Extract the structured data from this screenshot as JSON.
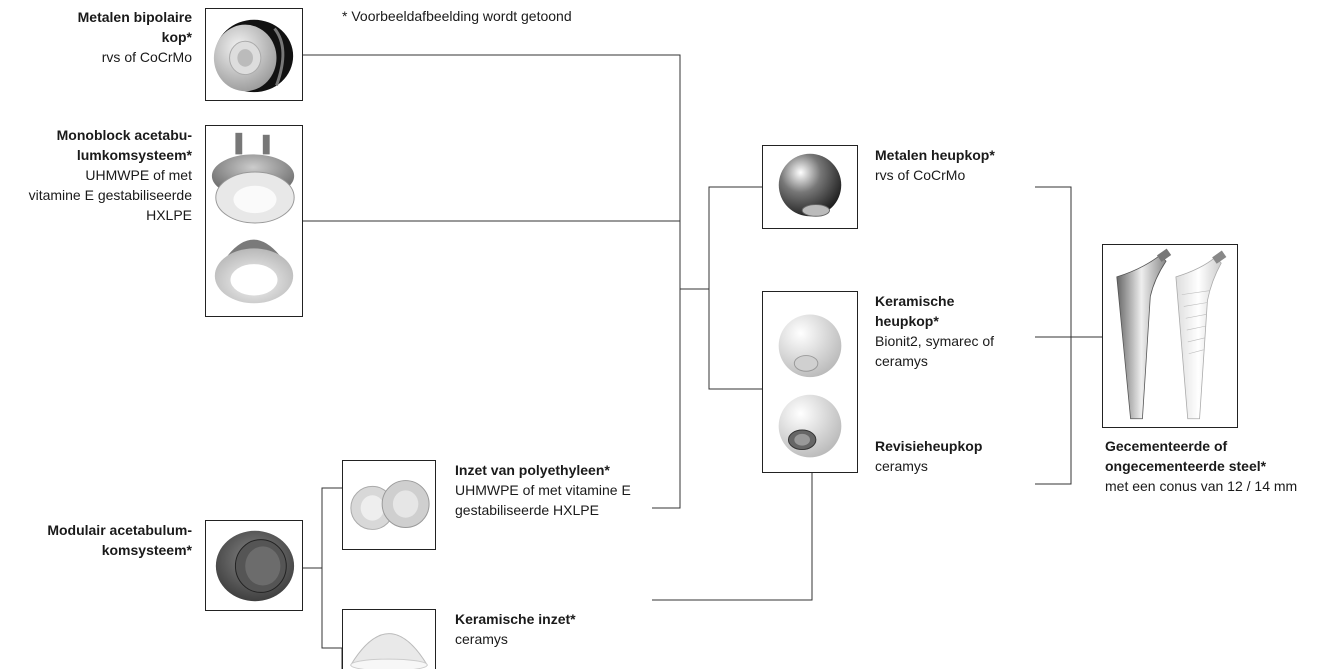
{
  "note": "* Voorbeeldafbeelding wordt getoond",
  "components": {
    "bipolar_head": {
      "title": "Metalen bipolaire kop*",
      "title_line1": "Metalen bipolaire",
      "title_line2": "kop*",
      "material": "rvs of CoCrMo"
    },
    "monoblock": {
      "title_line1": "Monoblock acetabu-",
      "title_line2": "lumkomsysteem*",
      "material_line1": "UHMWPE of met",
      "material_line2": "vitamine E gestabiliseerde",
      "material_line3": "HXLPE"
    },
    "modular": {
      "title_line1": "Modulair acetabulum-",
      "title_line2": "komsysteem*"
    },
    "pe_insert": {
      "title": "Inzet van polyethyleen*",
      "material_line1": "UHMWPE of met vitamine E",
      "material_line2": "gestabiliseerde HXLPE"
    },
    "ceramic_insert": {
      "title": "Keramische inzet*",
      "material": "ceramys"
    },
    "metal_head": {
      "title": "Metalen heupkop*",
      "material": "rvs of CoCrMo"
    },
    "ceramic_head": {
      "title_line1": "Keramische",
      "title_line2": "heupkop*",
      "material_line1": "Bionit2, symarec of",
      "material_line2": "ceramys"
    },
    "revision_head": {
      "title": "Revisieheupkop",
      "material": "ceramys"
    },
    "stem": {
      "title_line1": "Gecementeerde of",
      "title_line2": "ongecementeerde steel*",
      "material": "met een conus van 12 / 14 mm"
    }
  }
}
